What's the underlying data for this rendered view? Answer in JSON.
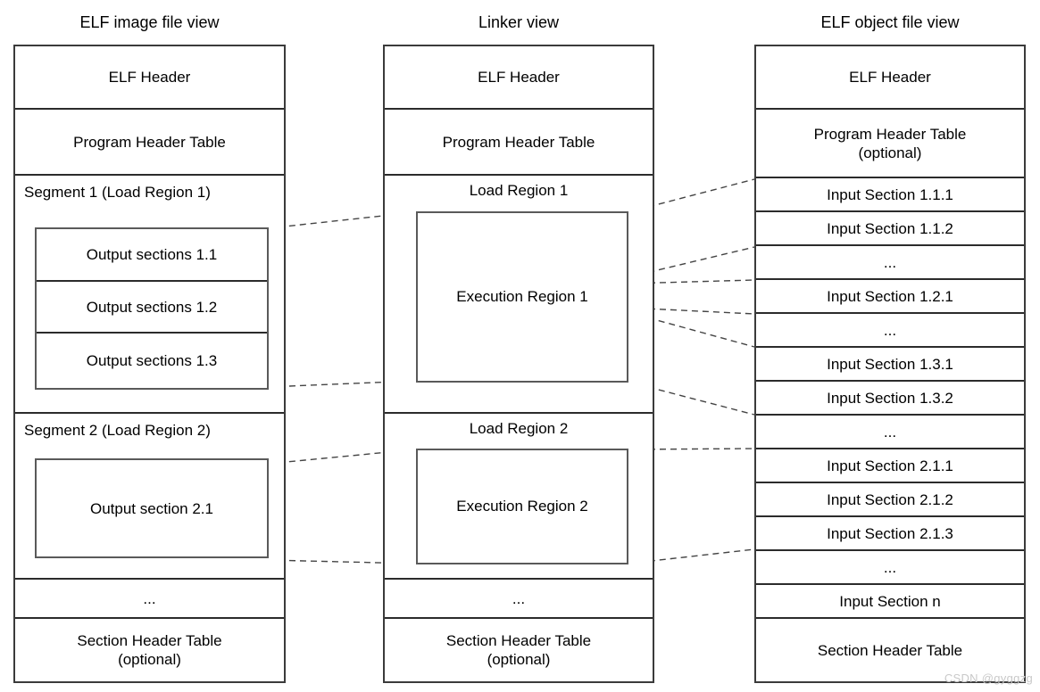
{
  "diagram": {
    "title_bar": {
      "left": "ELF image file view",
      "middle": "Linker view",
      "right": "ELF object file view"
    },
    "watermark": "CSDN @gyggzg"
  },
  "image_view": {
    "title": "ELF image file view",
    "rows": [
      {
        "label": "ELF Header"
      },
      {
        "label": "Program Header Table"
      },
      {
        "label": "Segment 1 (Load Region 1)"
      },
      {
        "label": "Segment 2 (Load Region 2)"
      },
      {
        "label": "..."
      },
      {
        "label": "Section Header Table",
        "sub": "(optional)"
      }
    ],
    "segment1_sections": [
      {
        "label": "Output sections 1.1"
      },
      {
        "label": "Output sections 1.2"
      },
      {
        "label": "Output sections 1.3"
      }
    ],
    "segment2_sections": [
      {
        "label": "Output section 2.1"
      }
    ]
  },
  "linker_view": {
    "title": "Linker view",
    "rows": [
      {
        "label": "ELF Header"
      },
      {
        "label": "Program Header Table"
      },
      {
        "label": "Load Region 1"
      },
      {
        "label": "Load Region 2"
      },
      {
        "label": "..."
      },
      {
        "label": "Section Header Table",
        "sub": "(optional)"
      }
    ],
    "exec_regions": [
      {
        "label": "Execution Region 1"
      },
      {
        "label": "Execution Region 2"
      }
    ]
  },
  "object_view": {
    "title": "ELF object file view",
    "rows": [
      {
        "label": "ELF Header"
      },
      {
        "label": "Program Header Table",
        "sub": "(optional)"
      },
      {
        "label": "Input Section 1.1.1"
      },
      {
        "label": "Input Section 1.1.2"
      },
      {
        "label": "..."
      },
      {
        "label": "Input Section 1.2.1"
      },
      {
        "label": "..."
      },
      {
        "label": "Input Section 1.3.1"
      },
      {
        "label": "Input Section 1.3.2"
      },
      {
        "label": "..."
      },
      {
        "label": "Input Section 2.1.1"
      },
      {
        "label": "Input Section 2.1.2"
      },
      {
        "label": "Input Section 2.1.3"
      },
      {
        "label": "..."
      },
      {
        "label": "Input Section n"
      },
      {
        "label": "Section Header Table"
      }
    ]
  },
  "colors": {
    "stroke": "#2b2b2b",
    "frame": "#3b3b3b",
    "inner": "#5a5a5a",
    "connector": "#444444",
    "background": "#ffffff",
    "watermark": "#c9c9c9"
  }
}
